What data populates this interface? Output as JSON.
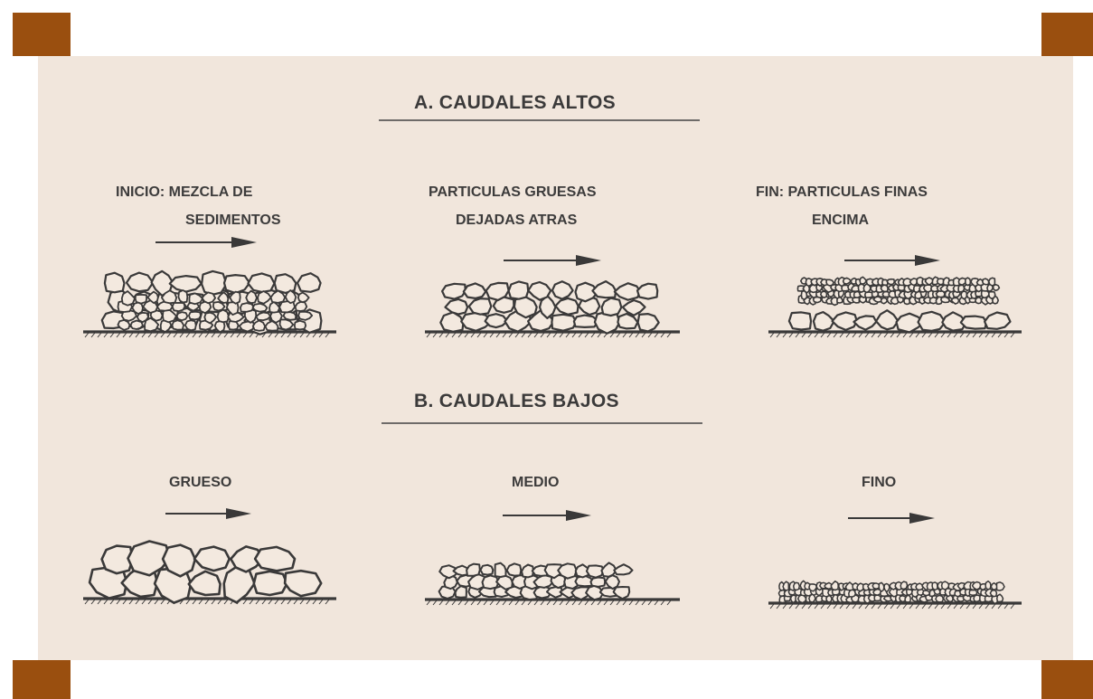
{
  "section_a": {
    "title": "A. CAUDALES ALTOS",
    "panels": [
      {
        "line1": "INICIO: MEZCLA DE",
        "line2": "SEDIMENTOS"
      },
      {
        "line1": "PARTICULAS GRUESAS",
        "line2": "DEJADAS ATRAS"
      },
      {
        "line1": "FIN: PARTICULAS FINAS",
        "line2": "ENCIMA"
      }
    ]
  },
  "section_b": {
    "title": "B. CAUDALES BAJOS",
    "panels": [
      {
        "label": "GRUESO"
      },
      {
        "label": "MEDIO"
      },
      {
        "label": "FINO"
      }
    ]
  },
  "colors": {
    "frame": "#9a4f0f",
    "panel_background": "#f1e6dc",
    "ink": "#3a3939"
  }
}
